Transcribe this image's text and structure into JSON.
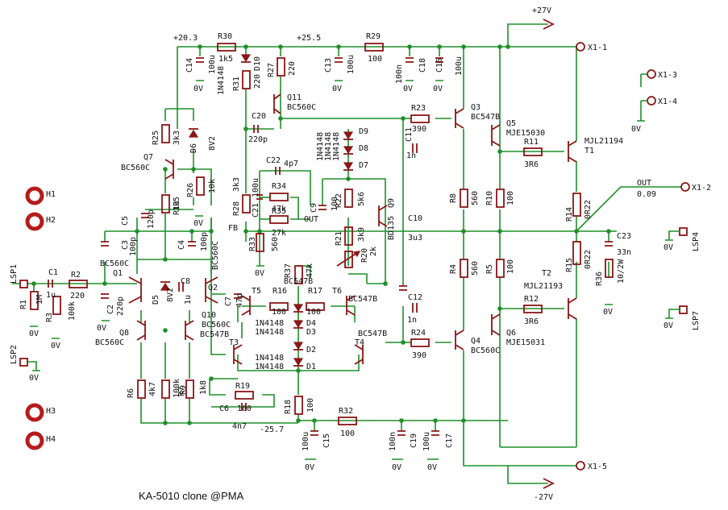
{
  "title": "KA-5010 clone  @PMA",
  "rails": {
    "pos27": "+27V",
    "neg27": "-27V",
    "pos20": "+20.3",
    "pos25": "+25.5",
    "neg25": "-25.7"
  },
  "connectors": {
    "x11": "X1-1",
    "x12": "X1-2",
    "x13": "X1-3",
    "x14": "X1-4",
    "x15": "X1-5",
    "out": "OUT",
    "out_val": "0.09"
  },
  "ground": "0V",
  "holes": [
    "H1",
    "H2",
    "H3",
    "H4"
  ],
  "lsp": [
    "LSP1",
    "LSP2",
    "LSP4",
    "LSP7"
  ],
  "nets": {
    "fb": "FB",
    "out": "OUT"
  },
  "resistors": {
    "R1": "1M",
    "R2": "220",
    "R3": "100k",
    "R6": "4k7",
    "R7": "100k",
    "R8": "560",
    "R4": "560",
    "R5": "100",
    "R9": "1k8",
    "R10": "100",
    "R11": "3R6",
    "R12": "3R6",
    "R13": "1k5",
    "R14": "0R22",
    "R15": "0R22",
    "R16": "100",
    "R17": "100",
    "R18": "100",
    "R19": "100",
    "R20": "2k",
    "R21": "3k9",
    "R22": "5k6",
    "R23": "390",
    "R24": "390",
    "R25": "3k3",
    "R26": "10k",
    "R27": "220",
    "R28": "3k3",
    "R29": "100",
    "R30": "1k5",
    "R31": "220",
    "R32": "100",
    "R33": "560",
    "R34": "47k",
    "R35": "27k",
    "R36": "10/2W",
    "R37": "47k"
  },
  "capacitors": {
    "C1": "1u",
    "C2": "220p",
    "C3": "100p",
    "C4": "100p",
    "C5": "120p",
    "C6": "4n7",
    "C7": "47p",
    "C8": "1u",
    "C9": "100",
    "C10": "3u3",
    "C11": "1n",
    "C12": "1n",
    "C13": "100u",
    "C14": "100u",
    "C15": "100u",
    "C16": "100u",
    "C17": "100u",
    "C18": "100n",
    "C19": "100n",
    "C20": "220p",
    "C21": "100u",
    "C22": "4p7",
    "C23": "33n"
  },
  "cap_extra": {
    "c18_val": "100n",
    "c19_val": "100n"
  },
  "transistors": {
    "Q1": "BC560C",
    "Q2": "BC560C",
    "Q3": "BC547B",
    "Q4": "BC560C",
    "Q5": "MJE15030",
    "Q6": "MJE15031",
    "Q7": "BC560C",
    "Q8": "BC560C",
    "Q9": "BD135",
    "Q10": "BC560C",
    "Q11": "BC560C",
    "T1": "MJL21194",
    "T2": "MJL21193",
    "T3": "BC547B",
    "T4": "BC547B",
    "T5": "BC547B",
    "T6": "BC547B"
  },
  "diodes": {
    "D1": "1N4148",
    "D2": "1N4148",
    "D3": "1N4148",
    "D4": "1N4148",
    "D5": "8V2",
    "D6": "8V2",
    "D7": "1N4148",
    "D8": "1N4148",
    "D9": "1N4148",
    "D10": "1N4148"
  },
  "colors": {
    "wire": "#1f8f2a",
    "component": "#8a1616",
    "text": "#111111",
    "background": "#ffffff"
  }
}
